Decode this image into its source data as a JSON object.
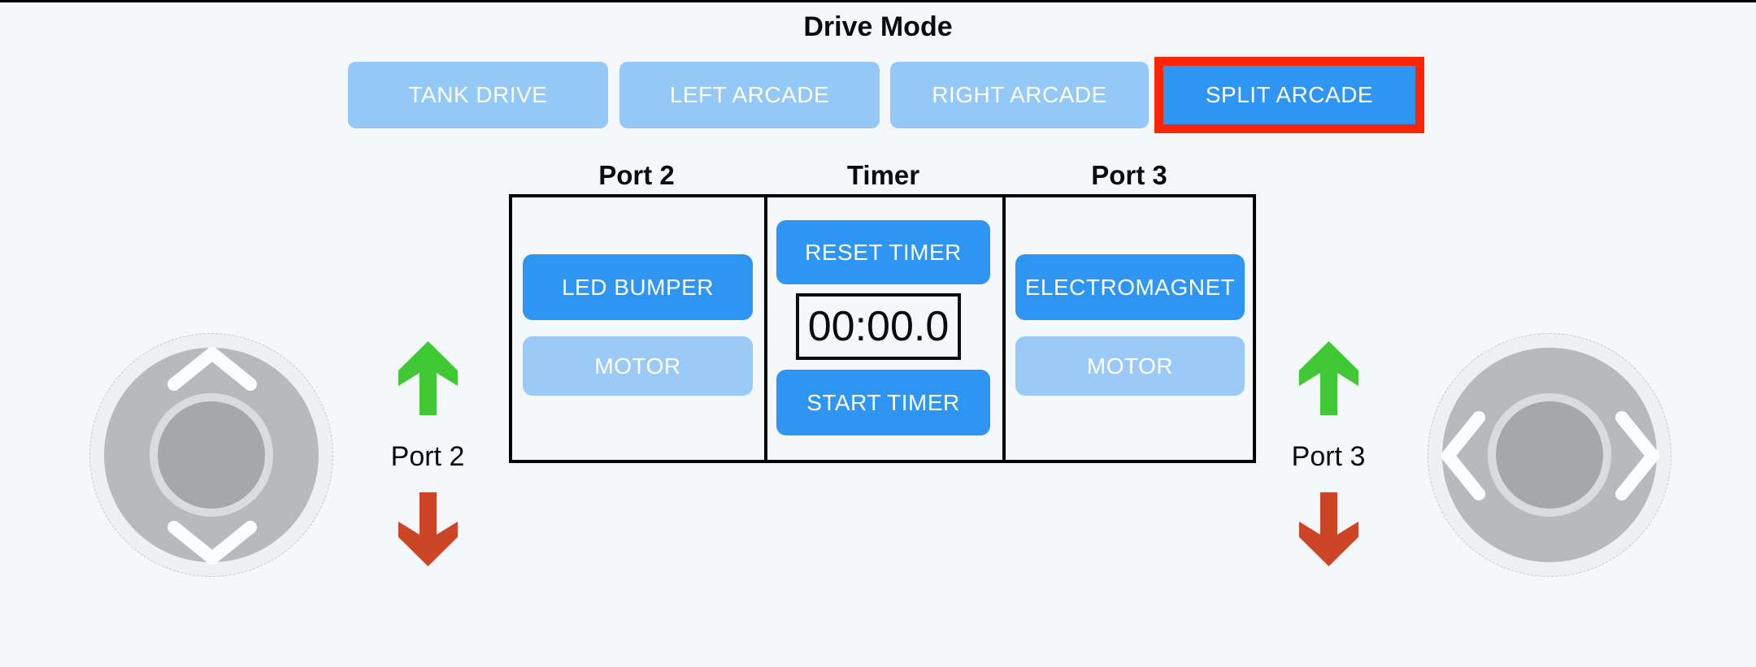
{
  "app": {
    "title": "Drive Mode"
  },
  "drive_mode": {
    "buttons": [
      {
        "label": "TANK DRIVE",
        "selected": false
      },
      {
        "label": "LEFT ARCADE",
        "selected": false
      },
      {
        "label": "RIGHT ARCADE",
        "selected": false
      },
      {
        "label": "SPLIT ARCADE",
        "selected": true,
        "highlighted": true
      }
    ]
  },
  "panel": {
    "headers": [
      {
        "label": "Port 2"
      },
      {
        "label": "Timer"
      },
      {
        "label": "Port 3"
      }
    ],
    "port2": {
      "device_button": "LED BUMPER",
      "device_on": true,
      "motor_button": "MOTOR",
      "motor_on": false
    },
    "timer": {
      "reset_button": "RESET TIMER",
      "display": "00:00.0",
      "start_button": "START TIMER"
    },
    "port3": {
      "device_button": "ELECTROMAGNET",
      "device_on": true,
      "motor_button": "MOTOR",
      "motor_on": false
    }
  },
  "indicators": {
    "left": {
      "up_icon": "green-up-arrow",
      "label": "Port 2",
      "down_icon": "red-down-arrow"
    },
    "right": {
      "up_icon": "green-up-arrow",
      "label": "Port 3",
      "down_icon": "red-down-arrow"
    }
  },
  "joysticks": {
    "left": {
      "axis": "vertical"
    },
    "right": {
      "axis": "horizontal"
    }
  },
  "colors": {
    "background": "#f4f8fa",
    "button_active_blue": "#2e95f2",
    "button_inactive_blue": "#9ccaf7",
    "highlight_red": "#fa2603",
    "arrow_green": "#3fc734",
    "arrow_red": "#cd4527",
    "joystick_gray": "#b7babc",
    "knob_gray": "#a5a8aa",
    "text_black": "#0c0c0c",
    "text_white": "#ffffff"
  }
}
